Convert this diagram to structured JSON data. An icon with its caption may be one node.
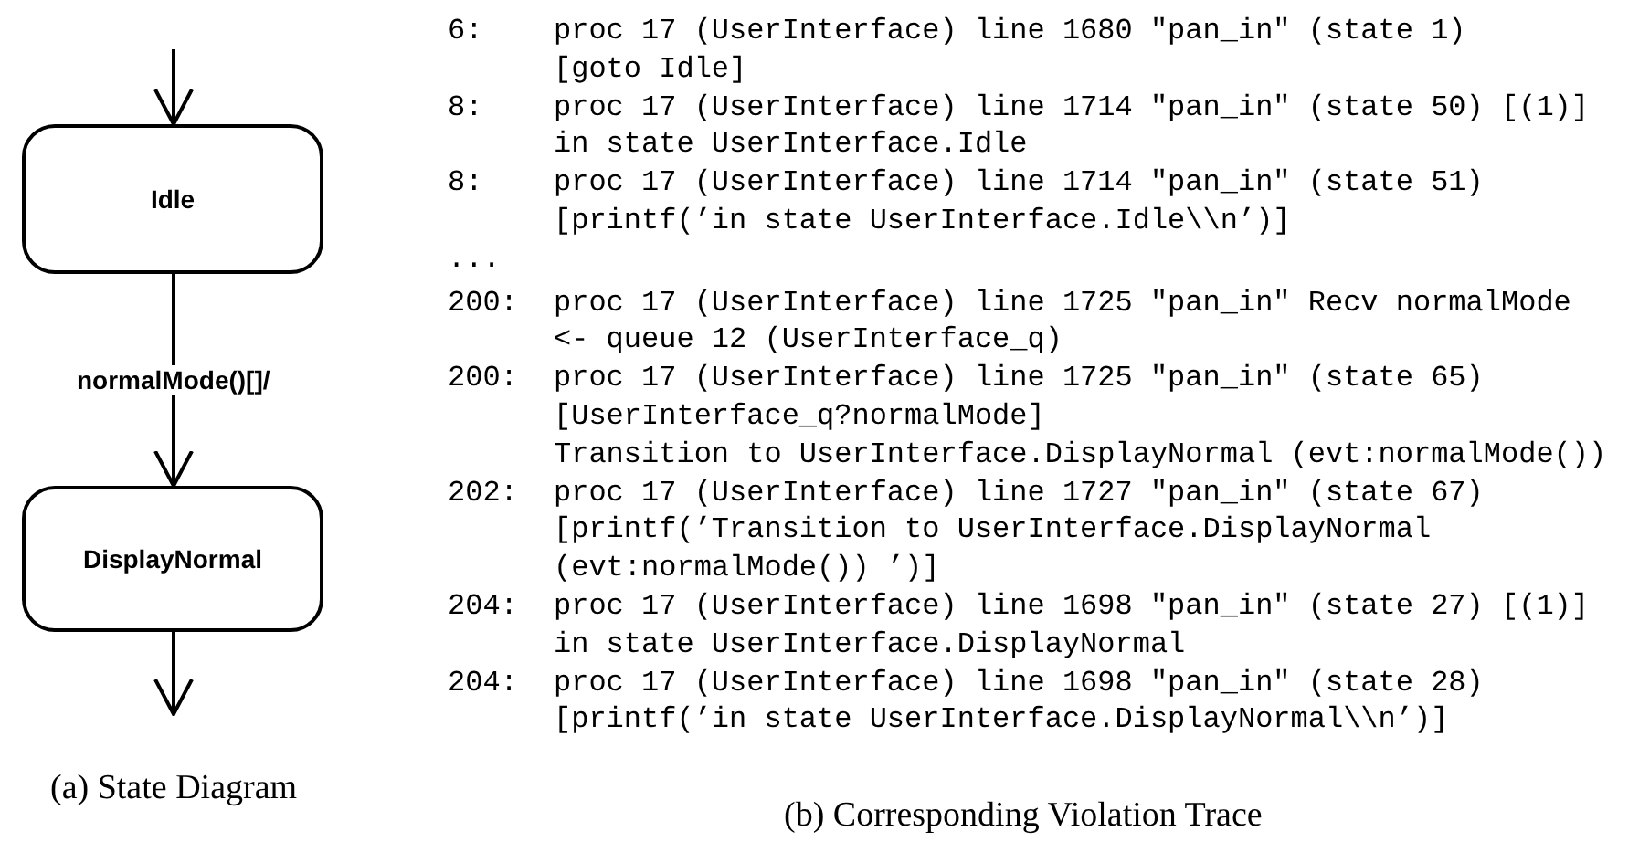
{
  "diagram": {
    "nodes": [
      {
        "text": [
          "Idle"
        ]
      },
      {
        "text": [
          "DisplayNormal"
        ]
      }
    ],
    "edges": [
      {
        "from": null,
        "to": 0,
        "arrow": "to"
      },
      {
        "from": 0,
        "to": 1,
        "arrow": "to",
        "label": "normalMode()[]/"
      },
      {
        "from": 1,
        "to": null,
        "arrow": "to"
      }
    ],
    "labels": [
      "6:",
      "proc 17 (UserInterface) line 1680 \"pan_in\" (state 1)",
      "[goto Idle]",
      "8:",
      "proc 17 (UserInterface) line 1714 \"pan_in\" (state 50) [(1)]",
      "in state UserInterface.Idle",
      "8:",
      "proc 17 (UserInterface) line 1714 \"pan_in\" (state 51)",
      "[printf(’in state UserInterface.Idle\\\\n’)]",
      "...",
      "200:",
      "proc 17 (UserInterface) line 1725 \"pan_in\" Recv normalMode",
      "<- queue 12 (UserInterface_q)",
      "200:",
      "proc 17 (UserInterface) line 1725 \"pan_in\" (state 65)",
      "[UserInterface_q?normalMode]",
      "Transition to UserInterface.DisplayNormal (evt:normalMode())",
      "202:",
      "proc 17 (UserInterface) line 1727 \"pan_in\" (state 67)",
      "[printf(’Transition to UserInterface.DisplayNormal",
      "(evt:normalMode()) ’)]",
      "204:",
      "proc 17 (UserInterface) line 1698 \"pan_in\" (state 27) [(1)]",
      "in state UserInterface.DisplayNormal",
      "204:",
      "proc 17 (UserInterface) line 1698 \"pan_in\" (state 28)",
      "[printf(’in state UserInterface.DisplayNormal\\\\n’)]",
      "(a) State Diagram",
      "(b) Corresponding Violation Trace"
    ]
  }
}
